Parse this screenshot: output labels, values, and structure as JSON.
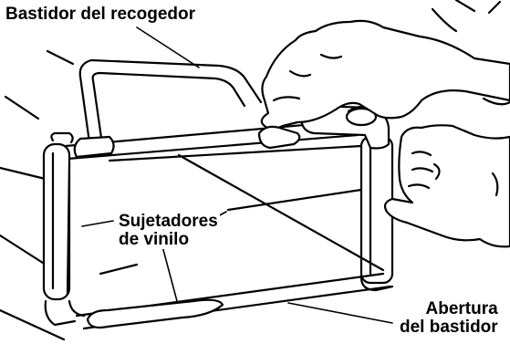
{
  "labels": {
    "frame": "Bastidor del recogedor",
    "clips_line1": "Sujetadores",
    "clips_line2": "de vinilo",
    "opening_line1": "Abertura",
    "opening_line2": "del bastidor"
  },
  "colors": {
    "ink": "#000000",
    "paper": "#ffffff"
  }
}
